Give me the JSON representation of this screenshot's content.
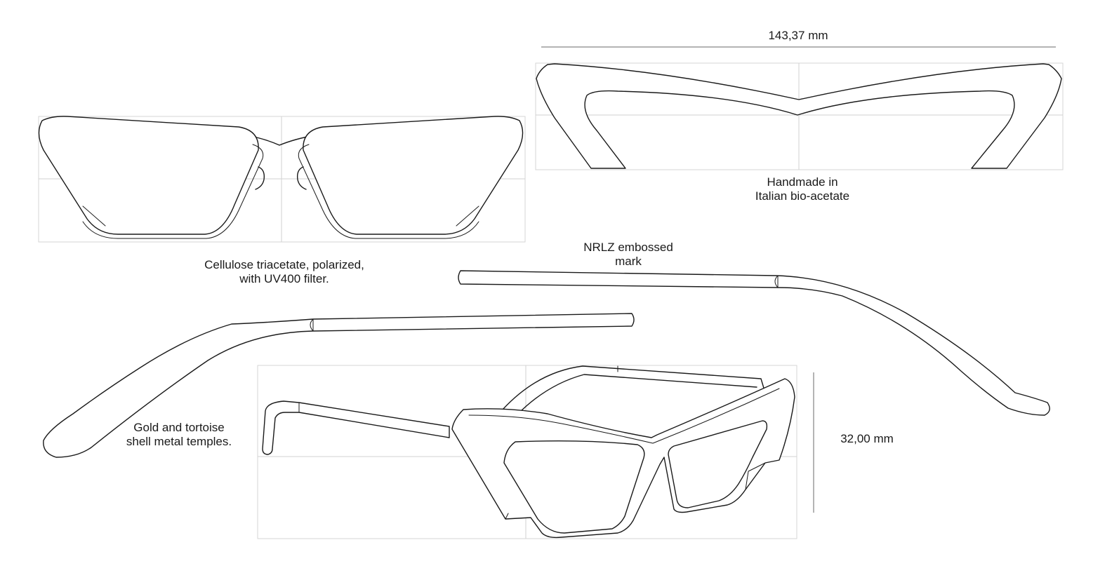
{
  "dimensions": {
    "width_label": "143,37 mm",
    "height_label": "32,00 mm"
  },
  "annotations": {
    "frame_material": [
      "Handmade in",
      "Italian bio-acetate"
    ],
    "lens_material": [
      "Cellulose triacetate, polarized,",
      "with UV400 filter."
    ],
    "emboss": [
      "NRLZ embossed",
      "mark"
    ],
    "temples": [
      "Gold and tortoise",
      "shell metal temples."
    ]
  },
  "colors": {
    "line": "#1a1a1a",
    "guide": "#d2d2d2",
    "background": "#ffffff"
  }
}
